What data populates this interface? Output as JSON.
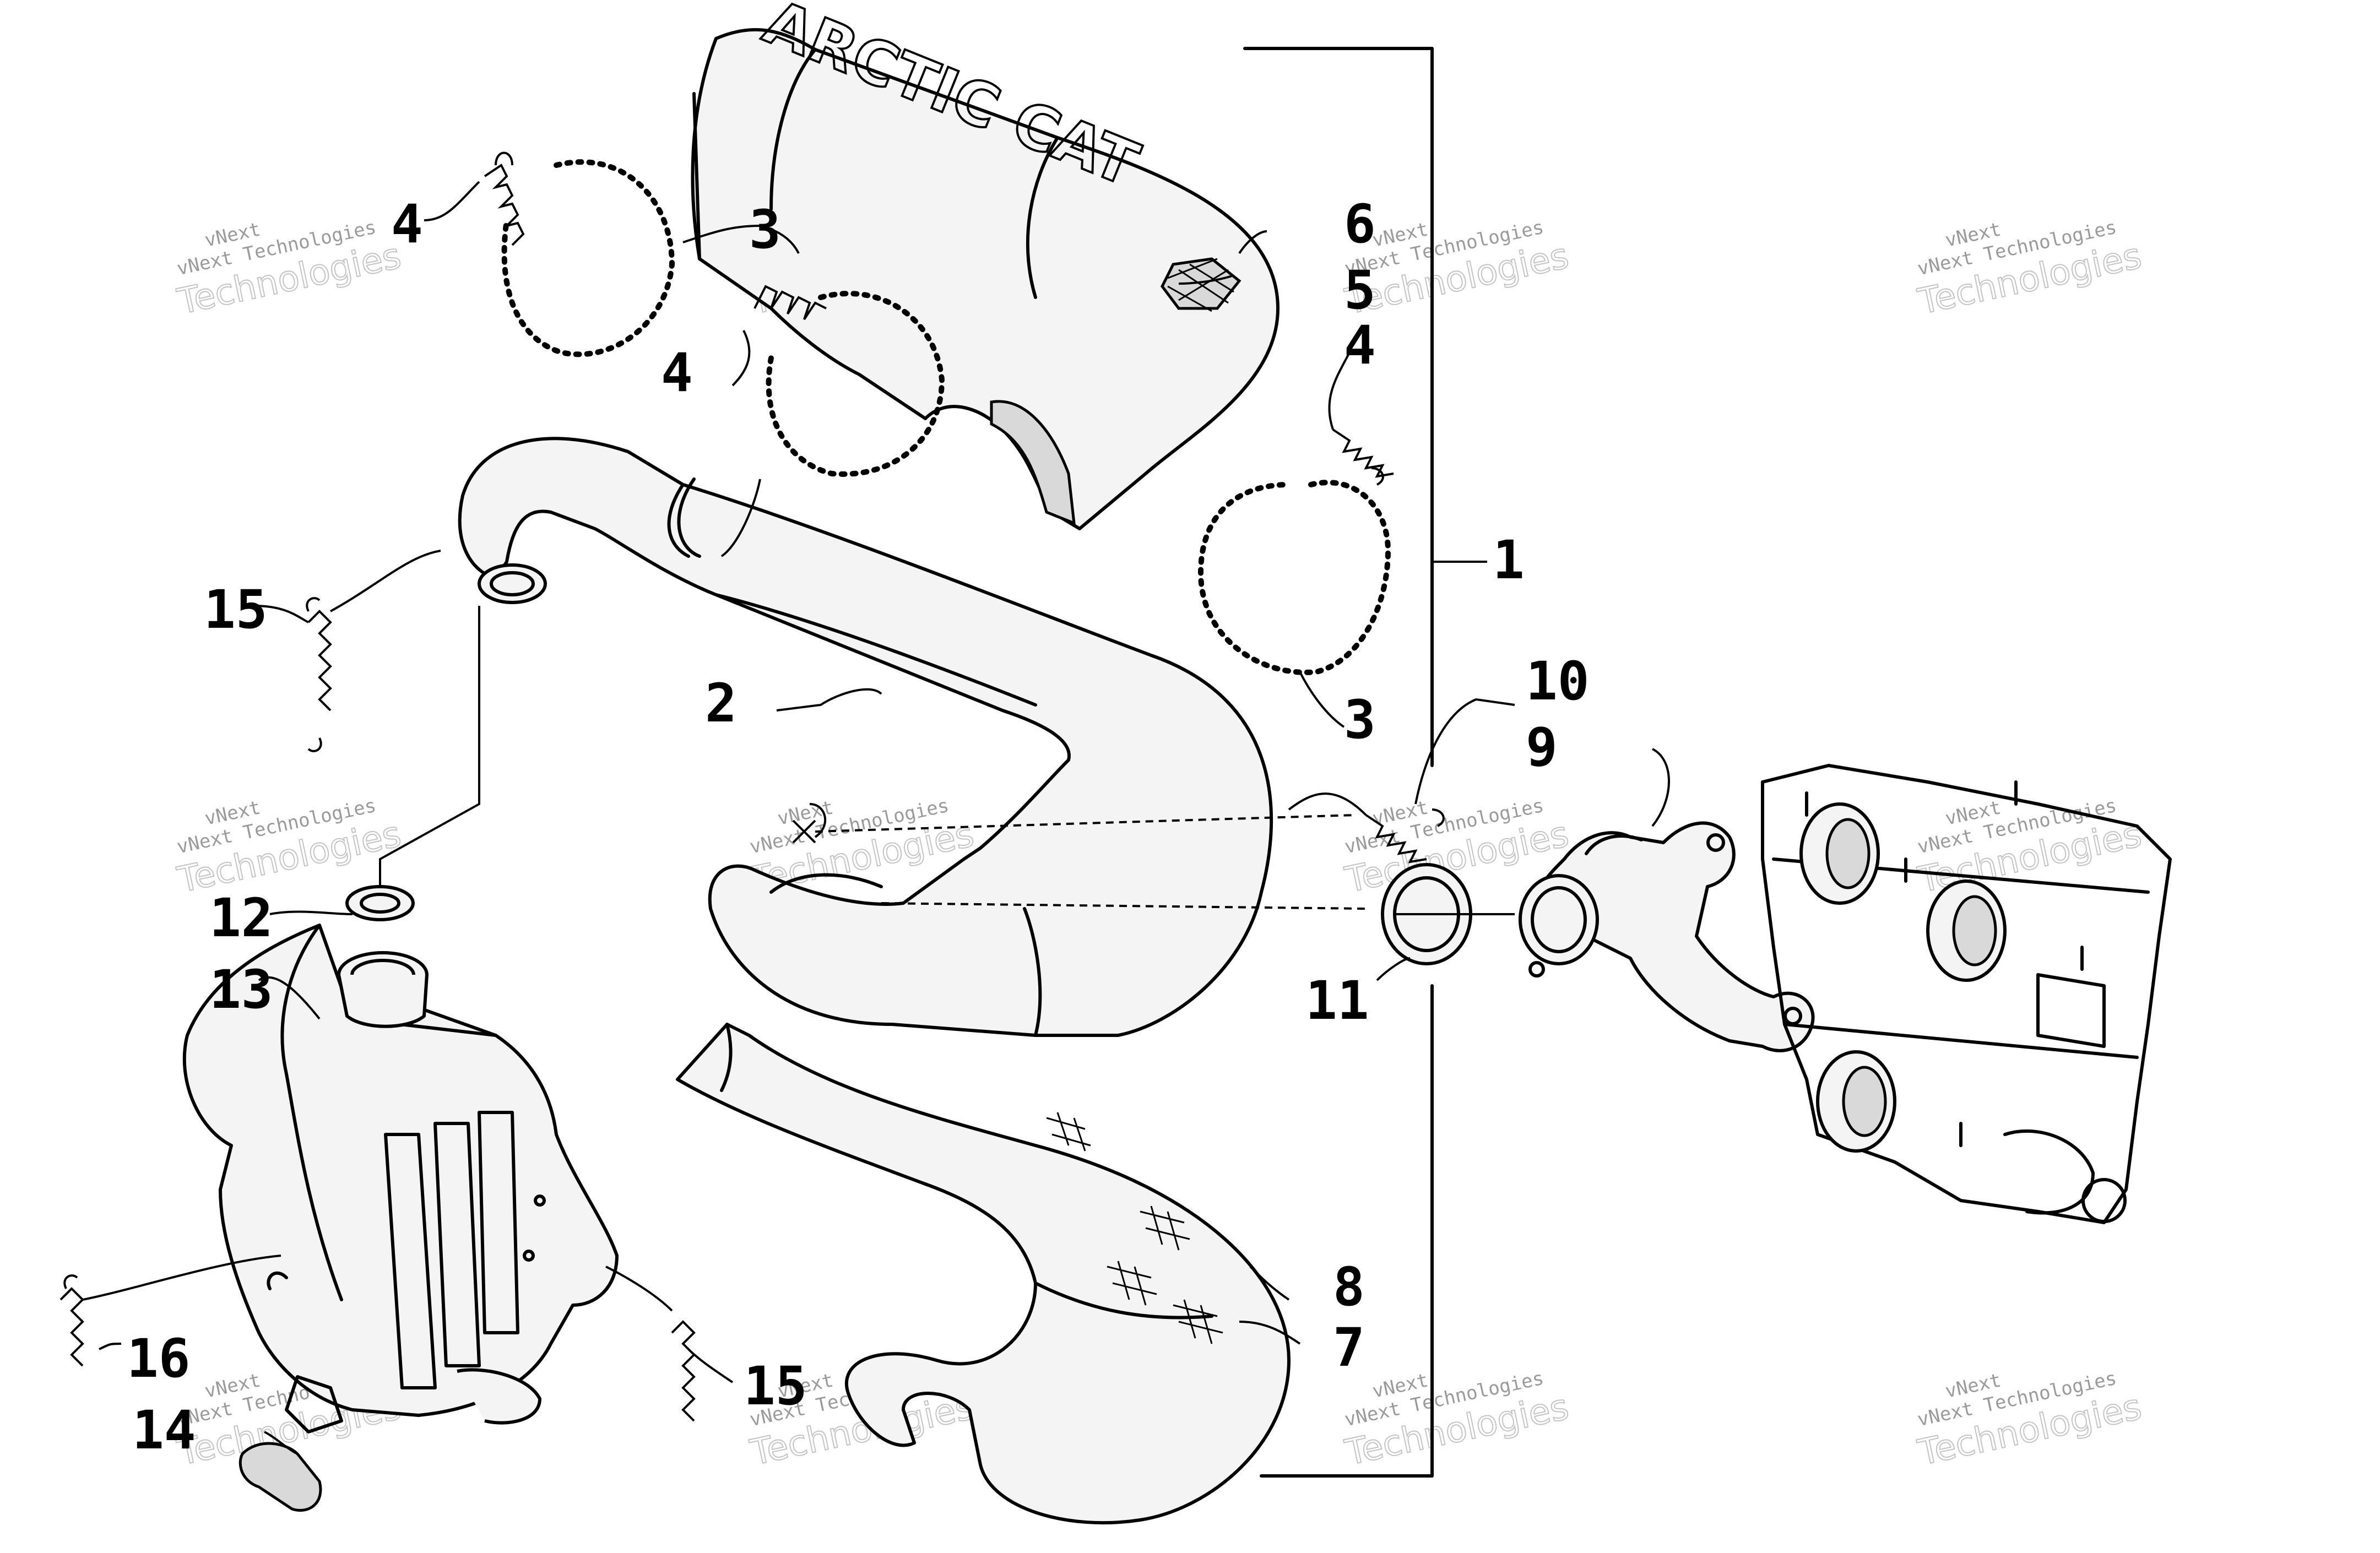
{
  "brand_marking": "ARCTIC CAT",
  "callouts": [
    {
      "id": "c1",
      "label": "1"
    },
    {
      "id": "c2",
      "label": "2"
    },
    {
      "id": "c3a",
      "label": "3"
    },
    {
      "id": "c3b",
      "label": "3"
    },
    {
      "id": "c4a",
      "label": "4"
    },
    {
      "id": "c4b",
      "label": "4"
    },
    {
      "id": "c4c",
      "label": "4"
    },
    {
      "id": "c5",
      "label": "5"
    },
    {
      "id": "c6",
      "label": "6"
    },
    {
      "id": "c7",
      "label": "7"
    },
    {
      "id": "c8",
      "label": "8"
    },
    {
      "id": "c9",
      "label": "9"
    },
    {
      "id": "c10",
      "label": "10"
    },
    {
      "id": "c11",
      "label": "11"
    },
    {
      "id": "c12",
      "label": "12"
    },
    {
      "id": "c13",
      "label": "13"
    },
    {
      "id": "c14",
      "label": "14"
    },
    {
      "id": "c15a",
      "label": "15"
    },
    {
      "id": "c15b",
      "label": "15"
    },
    {
      "id": "c16",
      "label": "16"
    }
  ],
  "watermark": {
    "line1": "vNext",
    "line2": "vNext Technologies",
    "line3": "Technologies"
  },
  "colors": {
    "ink": "#000000",
    "watermark": "#9a9a9a",
    "background": "#ffffff"
  }
}
